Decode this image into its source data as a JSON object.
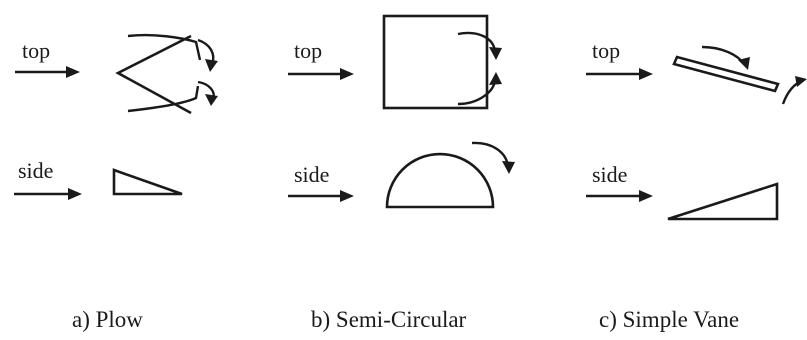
{
  "panels": [
    {
      "id": "plow",
      "top_label": "top",
      "side_label": "side",
      "caption": "a) Plow"
    },
    {
      "id": "semi-circular",
      "top_label": "top",
      "side_label": "side",
      "caption": "b) Semi-Circular"
    },
    {
      "id": "simple-vane",
      "top_label": "top",
      "side_label": "side",
      "caption": "c) Simple Vane"
    }
  ]
}
